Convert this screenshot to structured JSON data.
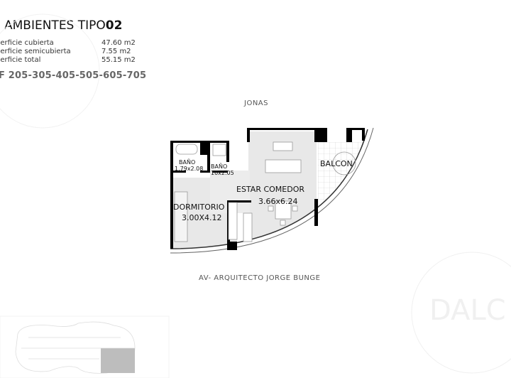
{
  "header": {
    "title_prefix": "AMBIENTES TIPO",
    "title_number": "02",
    "areas": [
      {
        "label": "perficie cubierta",
        "value": "47.60 m2"
      },
      {
        "label": "perficie semicubierta",
        "value": "7.55 m2"
      },
      {
        "label": "perficie total",
        "value": "55.15 m2"
      }
    ],
    "units": "F 205-305-405-505-605-705"
  },
  "plan": {
    "street_top": "JONAS",
    "street_bottom": "AV- ARQUITECTO JORGE BUNGE",
    "rooms": [
      {
        "name": "BAÑO",
        "size": "1.79x2.08"
      },
      {
        "name": "BAÑO",
        "size": "10x2.05"
      },
      {
        "name": "BALCON",
        "size": ""
      },
      {
        "name": "ESTAR COMEDOR",
        "size": "3.66x6.24"
      },
      {
        "name": "DORMITORIO",
        "size": "3.00X4.12"
      }
    ]
  },
  "watermark": {
    "text": "DALC"
  },
  "colors": {
    "room_fill": "#e8e8e8",
    "wall": "#000000",
    "highlight": "#bdbdbd"
  }
}
